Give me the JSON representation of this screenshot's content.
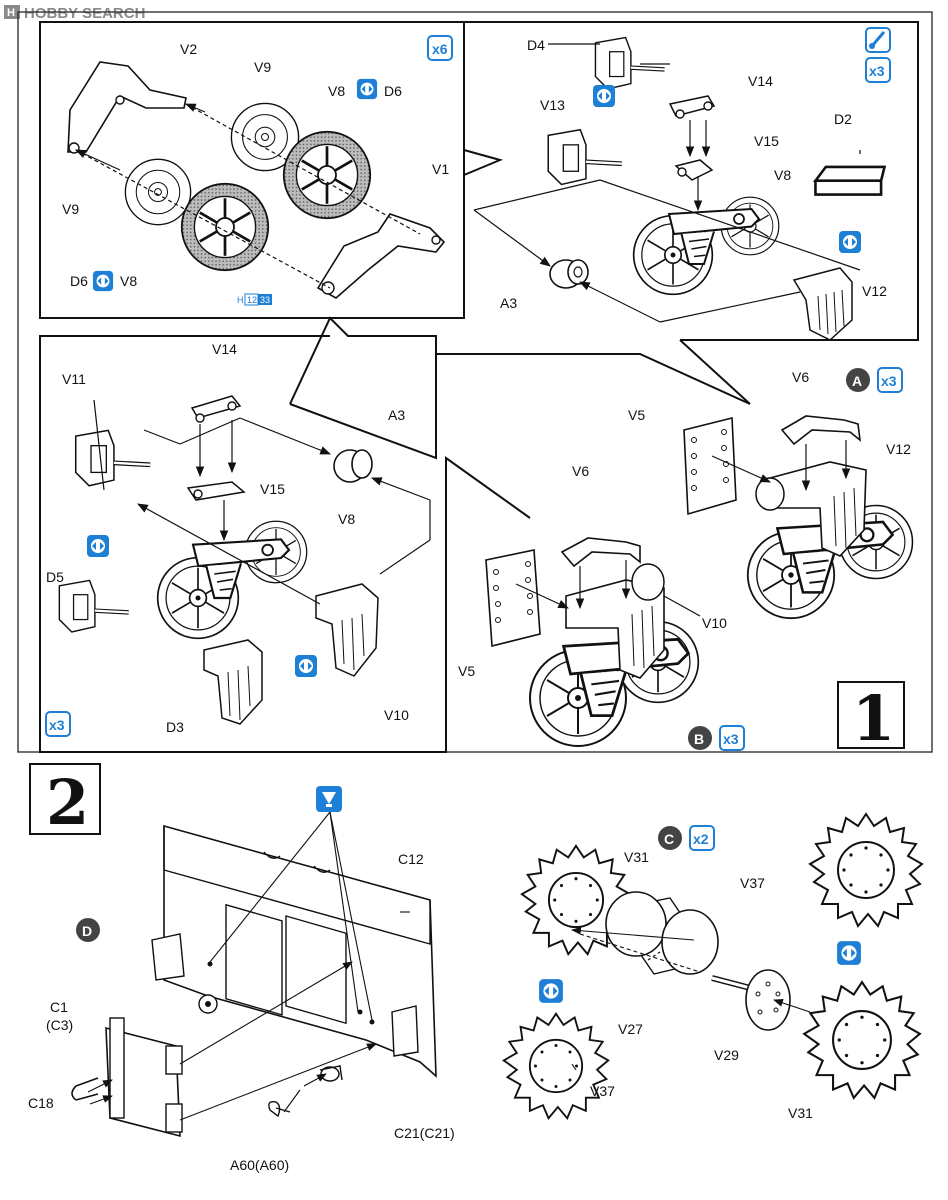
{
  "watermark": "HOBBY SEARCH",
  "steps": {
    "one": "1",
    "two": "2"
  },
  "badges": {
    "x6": "x6",
    "x3": "x3",
    "x2": "x2",
    "A": "A",
    "B": "B",
    "C": "C",
    "D": "D"
  },
  "paint_ref": {
    "prefix": "H",
    "a": "12",
    "b": "33"
  },
  "colors": {
    "accent_blue": "#1e7fd6",
    "ink": "#111111",
    "frame": "#333333"
  },
  "parts": {
    "V1": "V1",
    "V2": "V2",
    "V5": "V5",
    "V6": "V6",
    "V8": "V8",
    "V9": "V9",
    "V10": "V10",
    "V11": "V11",
    "V12": "V12",
    "V13": "V13",
    "V14": "V14",
    "V15": "V15",
    "V27": "V27",
    "V29": "V29",
    "V31": "V31",
    "V37": "V37",
    "A3": "A3",
    "D2": "D2",
    "D3": "D3",
    "D4": "D4",
    "D5": "D5",
    "D6": "D6",
    "C1": "C1",
    "C3": "(C3)",
    "C12": "C12",
    "C18": "C18",
    "C21": "C21(C21)",
    "A60": "A60(A60)"
  }
}
